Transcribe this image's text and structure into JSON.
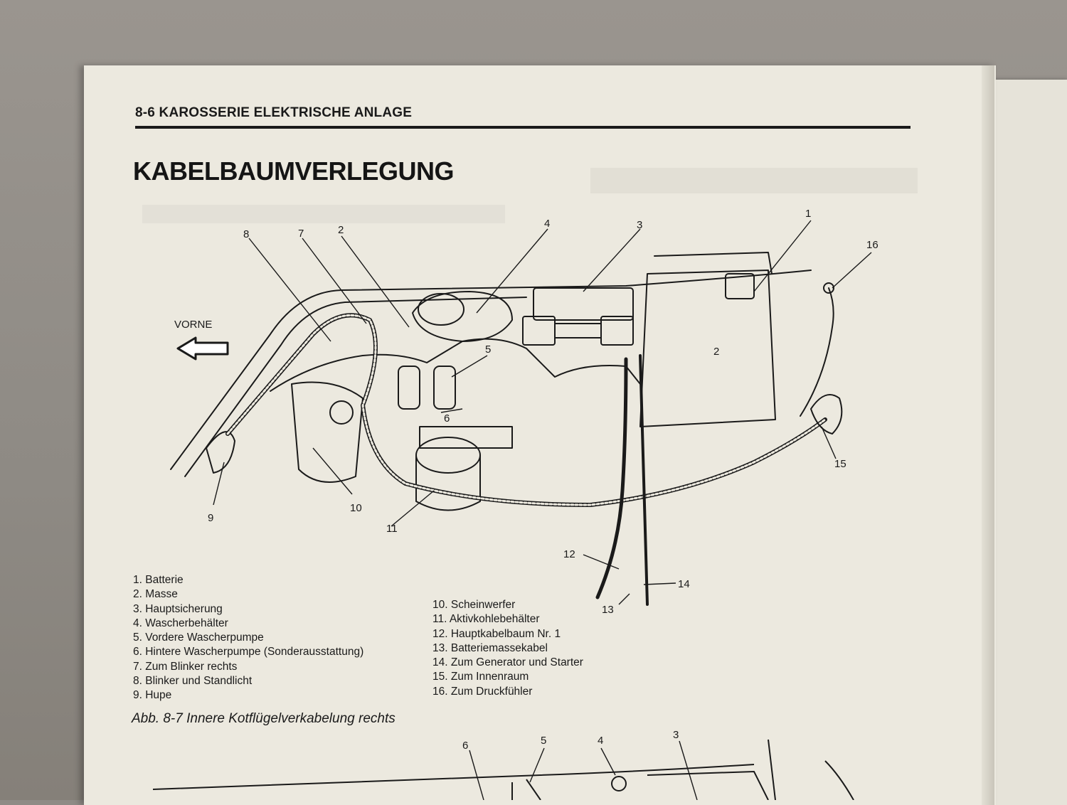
{
  "header": {
    "section": "8-6 KAROSSERIE ELEKTRISCHE ANLAGE"
  },
  "title": "KABELBAUMVERLEGUNG",
  "diagram": {
    "front_label": "VORNE",
    "callouts": [
      "1",
      "2",
      "3",
      "4",
      "5",
      "6",
      "7",
      "8",
      "9",
      "10",
      "11",
      "12",
      "13",
      "14",
      "15",
      "16"
    ],
    "callout_2b": "2"
  },
  "legend": {
    "col1": [
      "1. Batterie",
      "2. Masse",
      "3. Hauptsicherung",
      "4. Wascherbehälter",
      "5. Vordere Wascherpumpe",
      "6. Hintere Wascherpumpe (Sonderausstattung)",
      "7. Zum Blinker rechts",
      "8. Blinker und Standlicht",
      "9. Hupe"
    ],
    "col2": [
      "10. Scheinwerfer",
      "11. Aktivkohlebehälter",
      "12. Hauptkabelbaum Nr. 1",
      "13. Batteriemassekabel",
      "14. Zum Generator und Starter",
      "15. Zum Innenraum",
      "16. Zum Druckfühler"
    ]
  },
  "caption": "Abb. 8-7 Innere Kotflügelverkabelung rechts",
  "lower_callouts": [
    "6",
    "5",
    "4",
    "3"
  ]
}
